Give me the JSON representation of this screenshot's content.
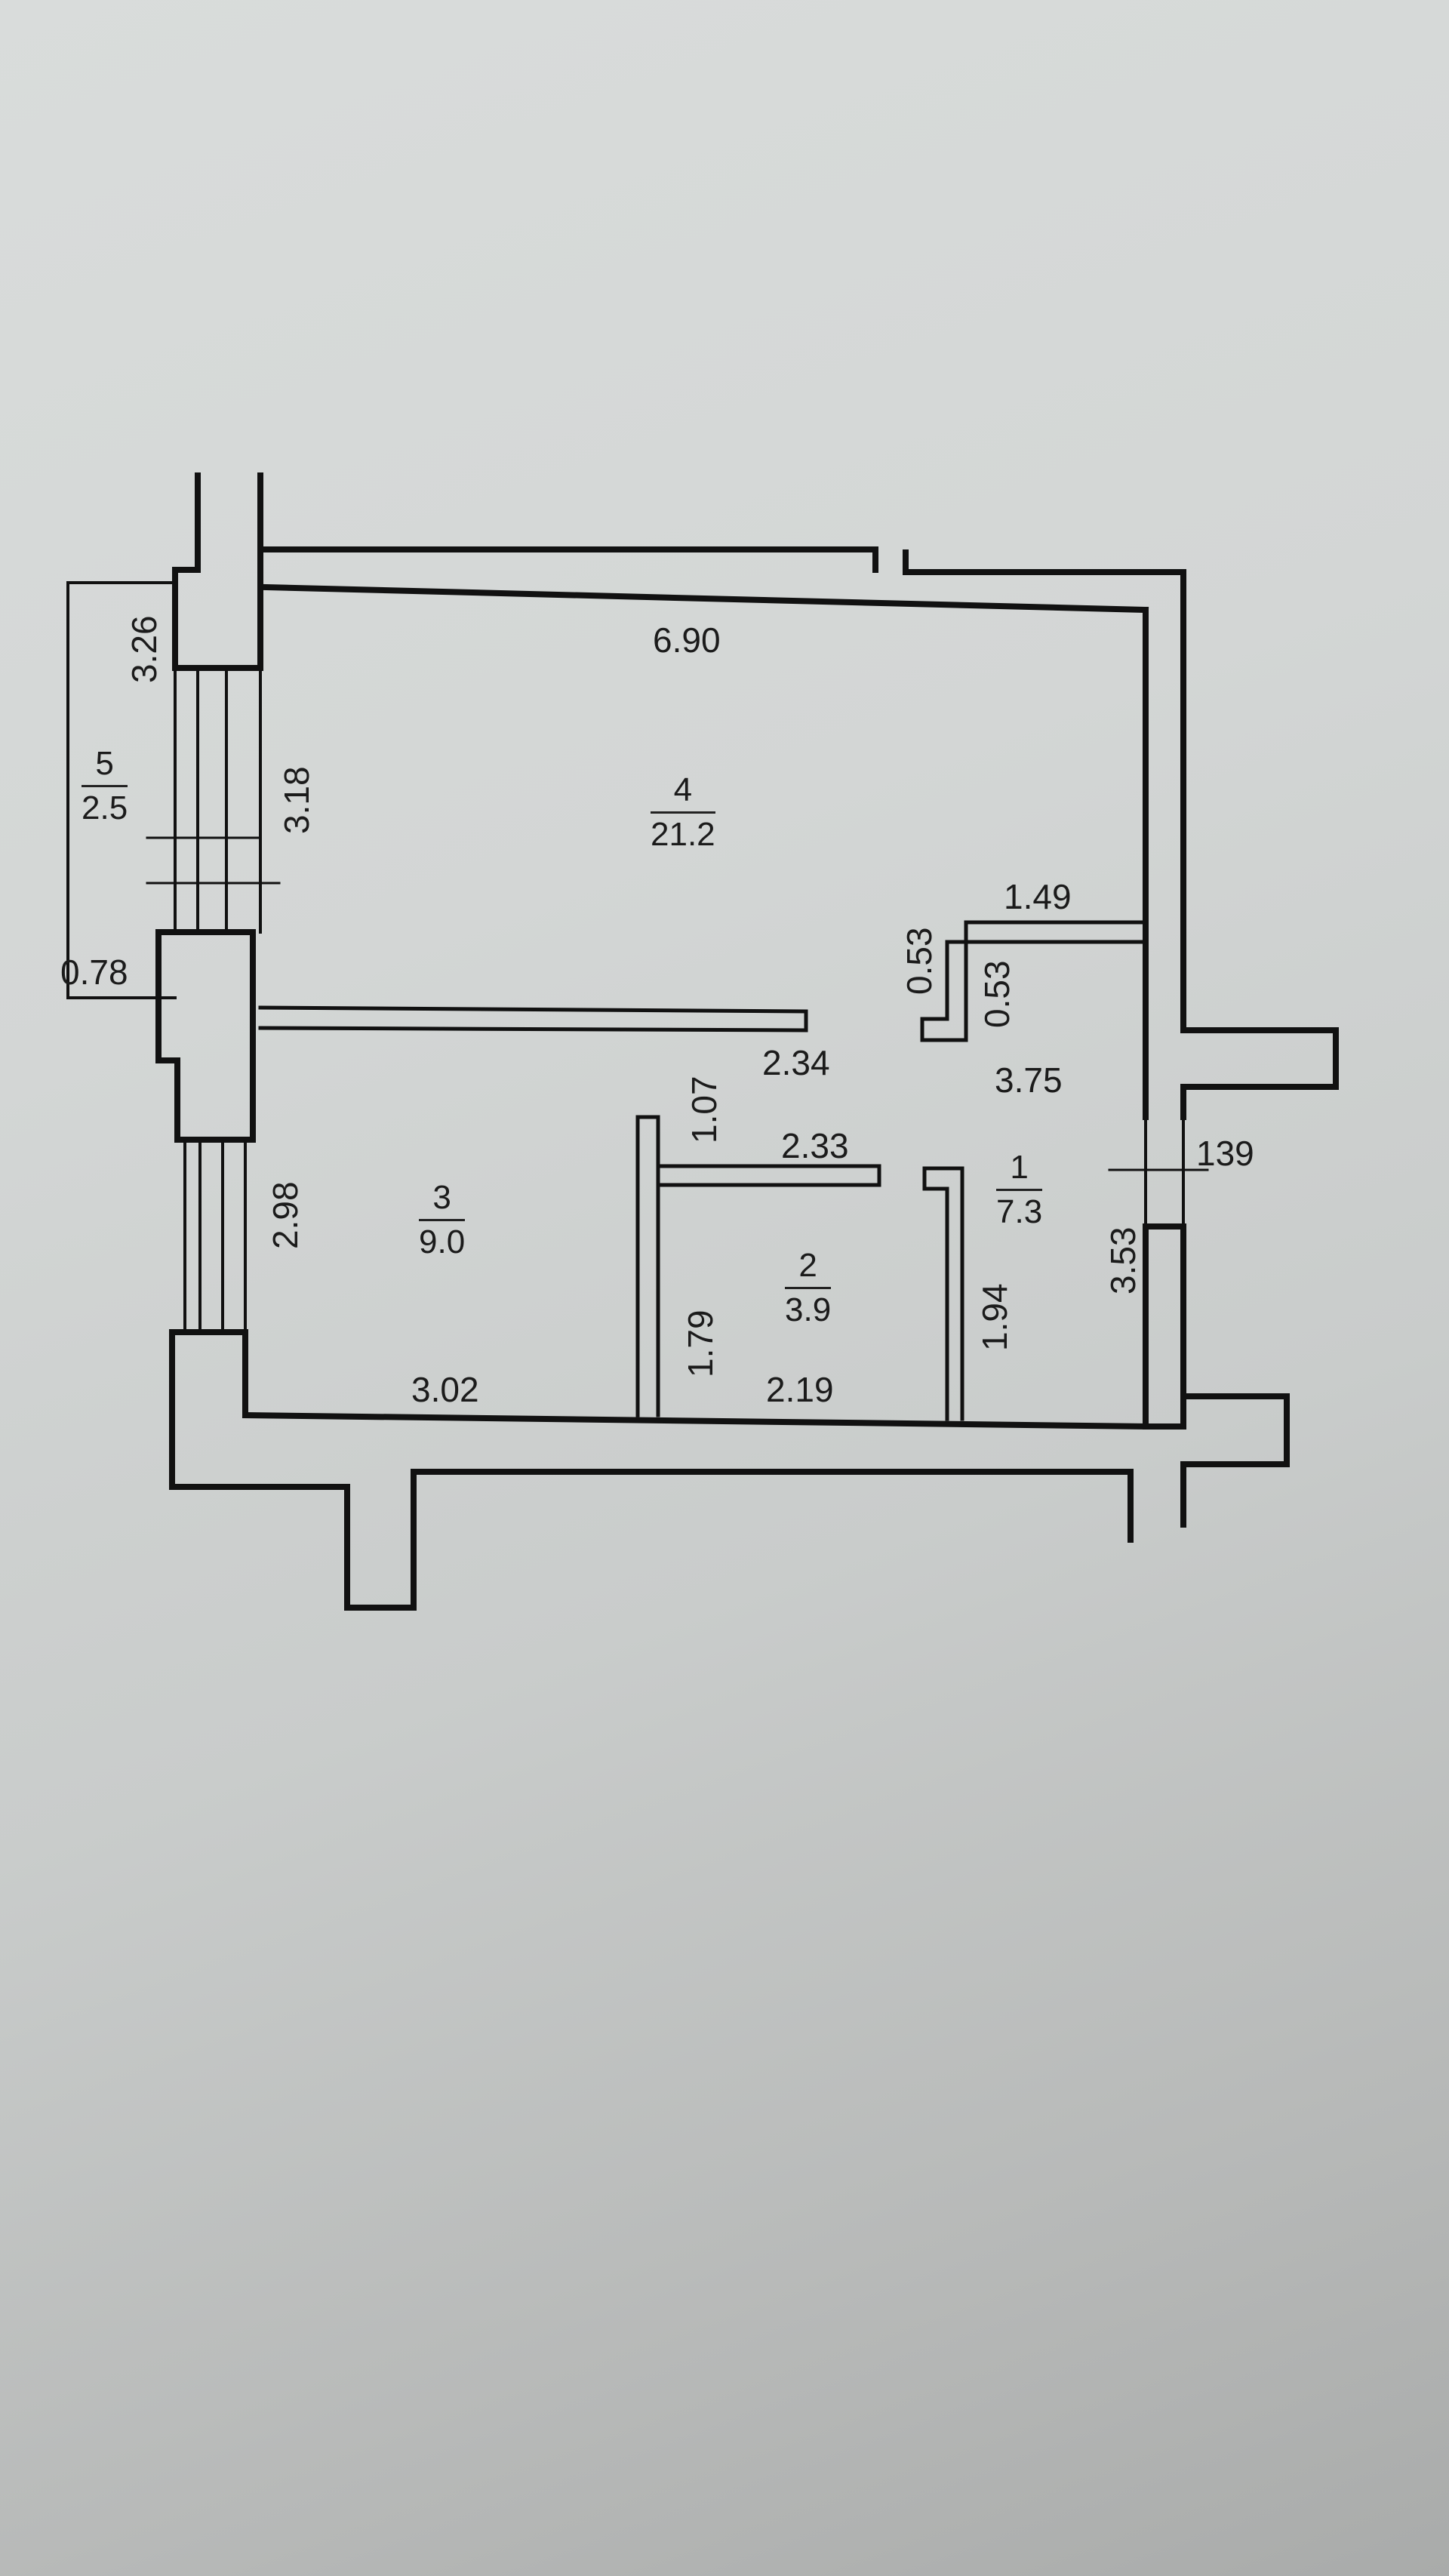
{
  "rooms": [
    {
      "number": "1",
      "area": "7.3"
    },
    {
      "number": "2",
      "area": "3.9"
    },
    {
      "number": "3",
      "area": "9.0"
    },
    {
      "number": "4",
      "area": "21.2"
    },
    {
      "number": "5",
      "area": "2.5"
    }
  ],
  "dimensions": {
    "d_690": "6.90",
    "d_326": "3.26",
    "d_318": "3.18",
    "d_078": "0.78",
    "d_149": "1.49",
    "d_053a": "0.53",
    "d_053b": "0.53",
    "d_234": "2.34",
    "d_375": "3.75",
    "d_107": "1.07",
    "d_233": "2.33",
    "d_139": "139",
    "d_298": "2.98",
    "d_353": "3.53",
    "d_179": "1.79",
    "d_194": "1.94",
    "d_302": "3.02",
    "d_219": "2.19"
  },
  "colors": {
    "wall": "#111111",
    "paper": "#d6d9d8",
    "ink": "#1b1b1b"
  }
}
